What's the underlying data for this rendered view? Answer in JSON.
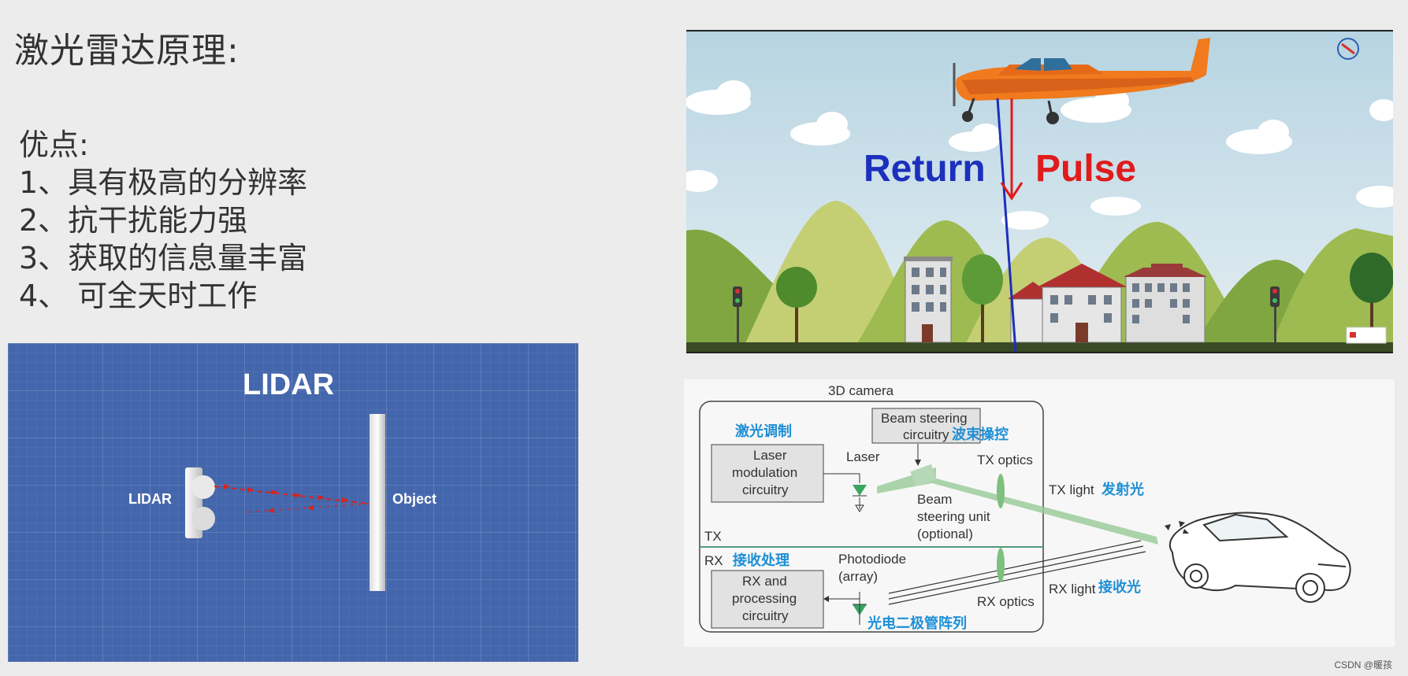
{
  "title": "激光雷达原理:",
  "advantages": {
    "heading": "优点:",
    "items": [
      "1、具有极高的分辨率",
      "2、抗干扰能力强",
      "3、获取的信息量丰富",
      "4、 可全天时工作"
    ]
  },
  "lidar_panel": {
    "title": "LIDAR",
    "sensor_label": "LIDAR",
    "object_label": "Object",
    "colors": {
      "background": "#4466ac",
      "beam": "#d8241e"
    }
  },
  "plane_panel": {
    "return_label": "Return",
    "pulse_label": "Pulse",
    "colors": {
      "return": "#1c2fbd",
      "pulse": "#e01b1b",
      "plane": "#f07a1d"
    }
  },
  "camera_panel": {
    "caption": "3D camera",
    "beam_steering_circuitry": [
      "Beam steering",
      "circuitry"
    ],
    "beam_steering_cn": "波束操控",
    "laser_modulation_cn": "激光调制",
    "laser_modulation": [
      "Laser",
      "modulation",
      "circuitry"
    ],
    "laser_label": "Laser",
    "tx_optics": "TX optics",
    "beam_steering_unit": [
      "Beam",
      "steering unit",
      "(optional)"
    ],
    "tx_light": "TX light",
    "tx_light_cn": "发射光",
    "tx_label": "TX",
    "rx_label": "RX",
    "rx_processing_cn": "接收处理",
    "rx_processing": [
      "RX and",
      "processing",
      "circuitry"
    ],
    "photodiode": [
      "Photodiode",
      "(array)"
    ],
    "photodiode_cn": "光电二极管阵列",
    "rx_optics": "RX optics",
    "rx_light": "RX light",
    "rx_light_cn": "接收光",
    "colors": {
      "accent_cn": "#1e8fd6",
      "beam": "#9ccc9c"
    }
  },
  "watermark": "CSDN @暖孩"
}
